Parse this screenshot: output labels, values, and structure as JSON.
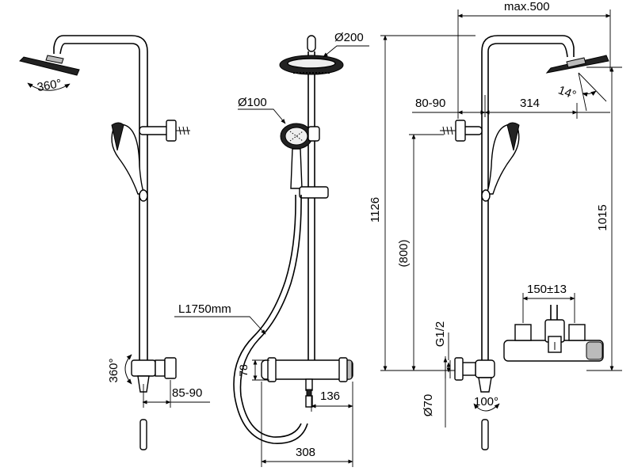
{
  "dimensions": {
    "swivel_head": "360°",
    "swivel_valve": "360°",
    "valve_offset_left": "85-90",
    "head_diameter": "Ø200",
    "hand_shower_diameter": "Ø100",
    "hose_length": "L1750mm",
    "valve_height": "78",
    "valve_projection": "136",
    "valve_width": "308",
    "max_projection": "max.500",
    "wall_offset": "80-90",
    "arm_length": "314",
    "head_tilt": "14°",
    "total_height": "1126",
    "bar_height": "(800)",
    "head_height": "1015",
    "connection_thread": "G1/2",
    "escutcheon_diameter": "Ø70",
    "valve_rotation": "100°",
    "centres": "150±13"
  }
}
